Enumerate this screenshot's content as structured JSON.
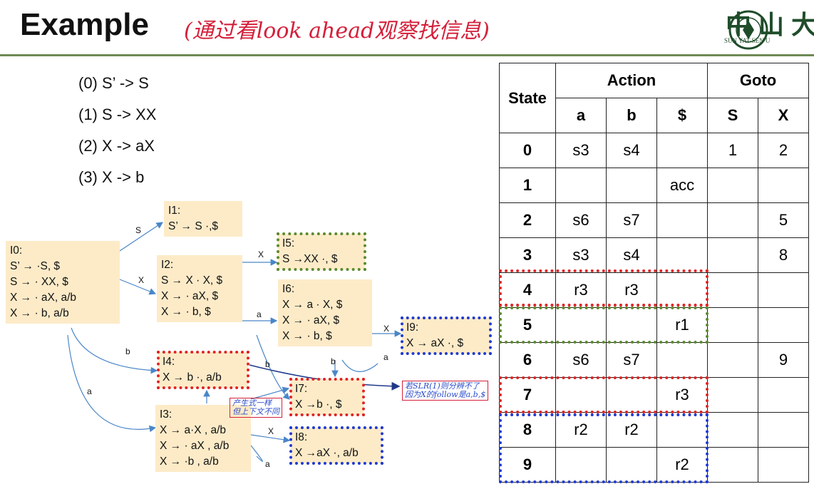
{
  "title": "Example",
  "title_note": "(通过看look ahead观察找信息)",
  "logo": {
    "cn": "中山大",
    "en": "SUN YAT-SEN U"
  },
  "grammar": [
    "(0) S’ -> S",
    "(1) S -> XX",
    "(2) X -> aX",
    "(3) X -> b"
  ],
  "states": [
    {
      "id": "I0",
      "label": "I0:",
      "items": [
        "S’ → ·S, $",
        "S → · XX, $",
        "X → · aX, a/b",
        "X → · b, a/b"
      ]
    },
    {
      "id": "I1",
      "label": "I1:",
      "items": [
        "S’ → S ·,$"
      ]
    },
    {
      "id": "I2",
      "label": "I2:",
      "items": [
        "S → X · X, $",
        "X → · aX, $",
        "X → · b, $"
      ]
    },
    {
      "id": "I3",
      "label": "I3:",
      "items": [
        "X → a·X , a/b",
        "X → · aX , a/b",
        "X → ·b , a/b"
      ]
    },
    {
      "id": "I4",
      "label": "I4:",
      "items": [
        "X → b ·, a/b"
      ]
    },
    {
      "id": "I5",
      "label": "I5:",
      "items": [
        "S →XX ·, $"
      ]
    },
    {
      "id": "I6",
      "label": "I6:",
      "items": [
        "X → a · X, $",
        "X → · aX, $",
        "X → · b, $"
      ]
    },
    {
      "id": "I7",
      "label": "I7:",
      "items": [
        "X →b ·, $"
      ]
    },
    {
      "id": "I8",
      "label": "I8:",
      "items": [
        "X →aX ·, a/b"
      ]
    },
    {
      "id": "I9",
      "label": "I9:",
      "items": [
        "X → aX ·, $"
      ]
    }
  ],
  "edge_labels": {
    "s": "S",
    "x1": "X",
    "x2": "X",
    "a1": "a",
    "x3": "X",
    "a2": "a",
    "b1": "b",
    "b2": "b",
    "b3": "b",
    "a3": "a",
    "x4": "X",
    "a4": "a"
  },
  "notes": {
    "n1": "产生式一样\n但上下文不同",
    "n2": "若SLR(1)则分辨不了\n因为X的follow是a,b,$"
  },
  "table": {
    "headers": {
      "state": "State",
      "action": "Action",
      "goto": "Goto"
    },
    "subheaders": [
      "a",
      "b",
      "$",
      "S",
      "X"
    ],
    "rows": [
      [
        "0",
        "s3",
        "s4",
        "",
        "1",
        "2"
      ],
      [
        "1",
        "",
        "",
        "acc",
        "",
        ""
      ],
      [
        "2",
        "s6",
        "s7",
        "",
        "",
        "5"
      ],
      [
        "3",
        "s3",
        "s4",
        "",
        "",
        "8"
      ],
      [
        "4",
        "r3",
        "r3",
        "",
        "",
        ""
      ],
      [
        "5",
        "",
        "",
        "r1",
        "",
        ""
      ],
      [
        "6",
        "s6",
        "s7",
        "",
        "",
        "9"
      ],
      [
        "7",
        "",
        "",
        "r3",
        "",
        ""
      ],
      [
        "8",
        "r2",
        "r2",
        "",
        "",
        ""
      ],
      [
        "9",
        "",
        "",
        "r2",
        "",
        ""
      ]
    ]
  }
}
